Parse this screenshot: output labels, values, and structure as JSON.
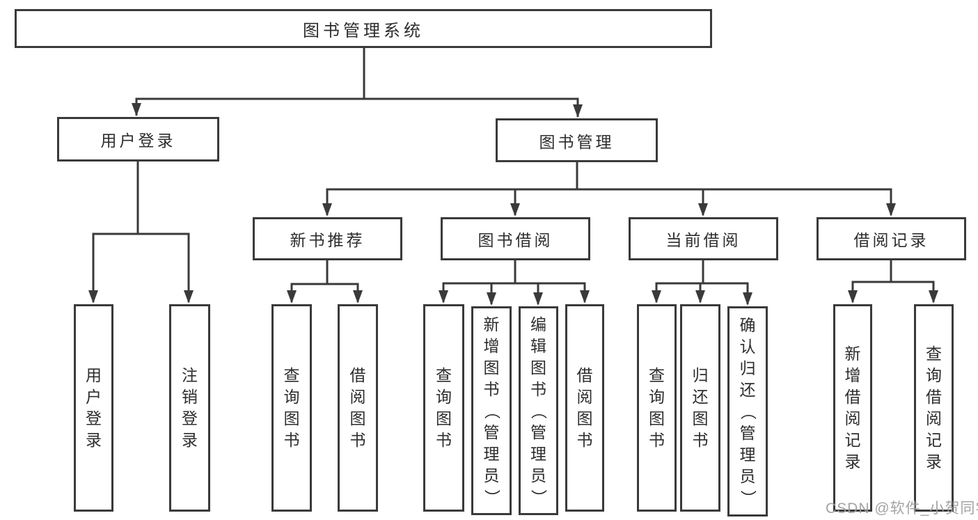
{
  "title": "图书管理系统",
  "watermark": "CSDN @软件_小贺同学",
  "colors": {
    "line": "#3a3a3a",
    "text": "#2d2d2d",
    "background": "#ffffff",
    "watermark": "#9e9e9e"
  },
  "nodes": {
    "root": {
      "id": "root",
      "label": "图书管理系统"
    },
    "level2": [
      {
        "id": "user-login",
        "label": "用户登录"
      },
      {
        "id": "book-mgmt",
        "label": "图书管理"
      }
    ],
    "level3": [
      {
        "id": "new-book",
        "label": "新书推荐",
        "parent": "book-mgmt"
      },
      {
        "id": "book-borrow",
        "label": "图书借阅",
        "parent": "book-mgmt"
      },
      {
        "id": "current-borrow",
        "label": "当前借阅",
        "parent": "book-mgmt"
      },
      {
        "id": "borrow-record",
        "label": "借阅记录",
        "parent": "book-mgmt"
      }
    ],
    "leaves": [
      {
        "id": "user-login-leaf",
        "label": "用户登录",
        "parent": "user-login"
      },
      {
        "id": "logout",
        "label": "注销登录",
        "parent": "user-login"
      },
      {
        "id": "query-book-newbook",
        "label": "查询图书",
        "parent": "new-book"
      },
      {
        "id": "borrow-book-newbook",
        "label": "借阅图书",
        "parent": "new-book"
      },
      {
        "id": "query-book-borrow",
        "label": "查询图书",
        "parent": "book-borrow"
      },
      {
        "id": "add-book-admin",
        "label": "新增图书（管理员）",
        "parent": "book-borrow"
      },
      {
        "id": "edit-book-admin",
        "label": "编辑图书（管理员）",
        "parent": "book-borrow"
      },
      {
        "id": "borrow-book-borrow",
        "label": "借阅图书",
        "parent": "book-borrow"
      },
      {
        "id": "query-book-current",
        "label": "查询图书",
        "parent": "current-borrow"
      },
      {
        "id": "return-book",
        "label": "归还图书",
        "parent": "current-borrow"
      },
      {
        "id": "confirm-return-admin",
        "label": "确认归还（管理员）",
        "parent": "current-borrow"
      },
      {
        "id": "add-borrow-record",
        "label": "新增借阅记录",
        "parent": "borrow-record"
      },
      {
        "id": "query-borrow-record",
        "label": "查询借阅记录",
        "parent": "borrow-record"
      }
    ]
  }
}
